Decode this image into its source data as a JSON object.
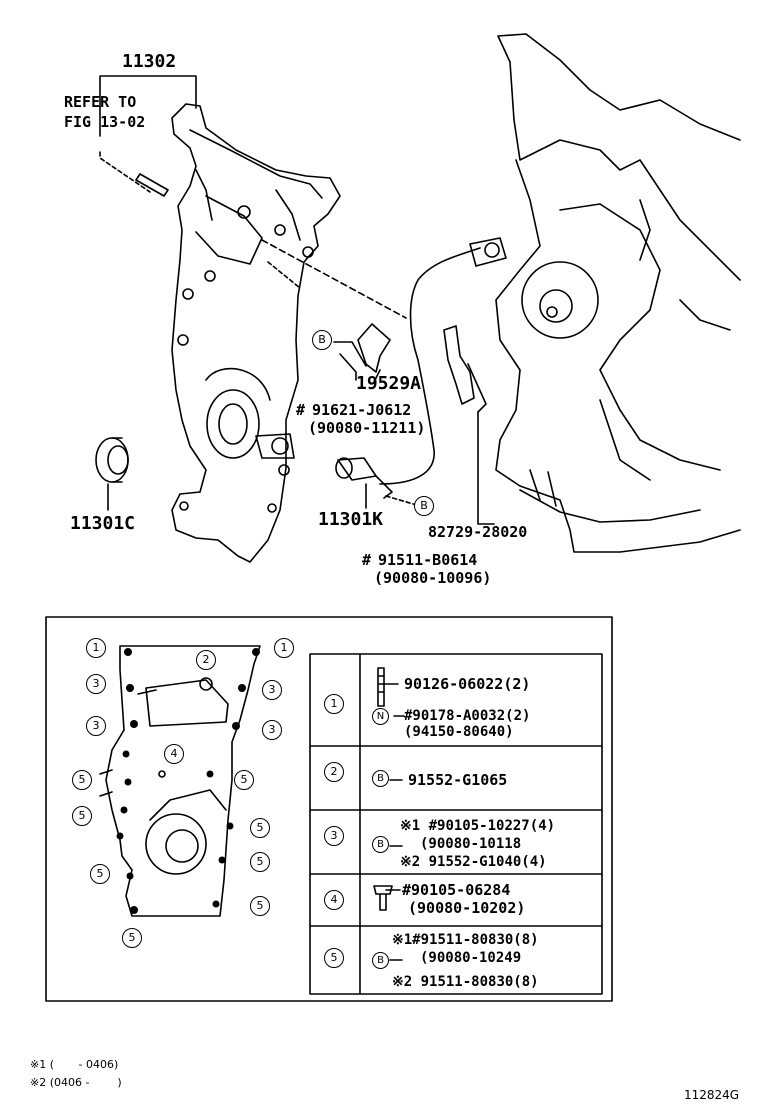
{
  "top": {
    "cover": "11302",
    "refer": "REFER TO",
    "refer_fig": "FIG 13-02",
    "seal": "11301C",
    "sensor": "11301K",
    "bracket": "19529A",
    "bolt1_hash": "#",
    "bolt1": "91621-J0612",
    "bolt1_alt": "(90080-11211)",
    "plate": "82729-28020",
    "bolt2_hash": "#",
    "bolt2": "91511-B0614",
    "bolt2_alt": "(90080-10096)",
    "b_letter": "B"
  },
  "legend": {
    "rows": [
      {
        "num": "1",
        "lines": [
          "90126-06022(2)",
          "#90178-A0032(2)",
          "(94150-80640)"
        ],
        "sub": "N"
      },
      {
        "num": "2",
        "lines": [
          "91552-G1065"
        ],
        "sub": "B"
      },
      {
        "num": "3",
        "lines": [
          "※1 #90105-10227(4)",
          "(90080-10118",
          "※2 91552-G1040(4)"
        ],
        "sub": "B"
      },
      {
        "num": "4",
        "lines": [
          "#90105-06284",
          "(90080-10202)"
        ]
      },
      {
        "num": "5",
        "lines": [
          "※1#91511-80830(8)",
          "(90080-10249",
          "※2 91511-80830(8)"
        ],
        "sub": "B"
      }
    ]
  },
  "gasket_labels": {
    "n1": "1",
    "n2": "2",
    "n3": "3",
    "n4": "4",
    "n5": "5"
  },
  "notes": {
    "n1": "※1 (       - 0406)",
    "n2": "※2 (0406 -        )"
  },
  "figure_id": "112824G"
}
